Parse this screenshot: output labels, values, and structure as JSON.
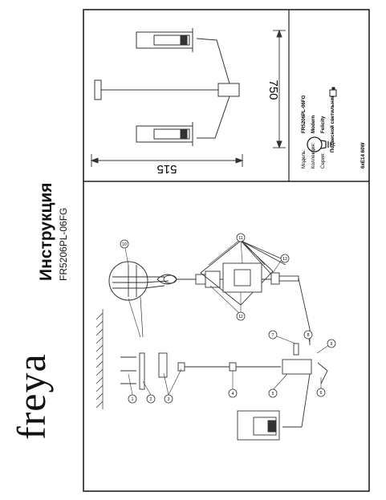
{
  "brand": {
    "name": "freya"
  },
  "header": {
    "title": "Инструкция",
    "model": "FR5206PL-06FG"
  },
  "dimensions": {
    "height": "750",
    "width": "515"
  },
  "spec_table": {
    "rows": [
      {
        "label": "Модель:",
        "value": "FR5206PL-06FG"
      },
      {
        "label": "Коллекция:",
        "value": "Modern"
      },
      {
        "label": "Серия:",
        "value": "Felicity"
      },
      {
        "label": "",
        "value": "Подвесной светильник"
      }
    ],
    "lamp": "6xE14 60W"
  },
  "callouts": [
    "1",
    "2",
    "3",
    "4",
    "5",
    "6",
    "7",
    "8",
    "9",
    "10",
    "11",
    "12",
    "13"
  ]
}
